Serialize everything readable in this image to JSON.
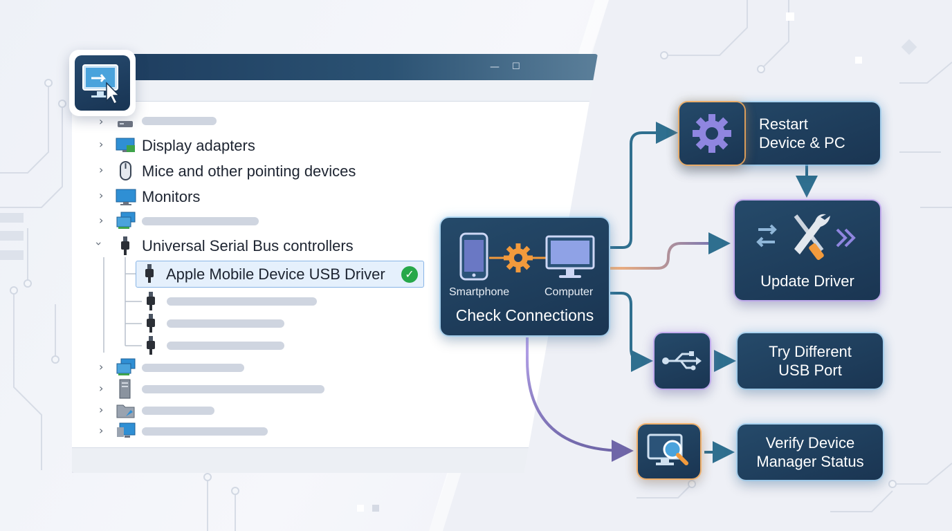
{
  "device_manager": {
    "window_min": "—",
    "window_max": "☐",
    "tree": {
      "display_adapters": "Display adapters",
      "mice": "Mice and other pointing devices",
      "monitors": "Monitors",
      "usb_controllers": "Universal Serial Bus controllers",
      "apple_driver": "Apple Mobile Device USB Driver"
    }
  },
  "flow": {
    "check_connections": {
      "title": "Check Connections",
      "smartphone": "Smartphone",
      "computer": "Computer"
    },
    "restart": {
      "line1": "Restart",
      "line2": "Device & PC"
    },
    "update_driver": {
      "label": "Update Driver"
    },
    "try_usb": {
      "line1": "Try Different",
      "line2": "USB Port"
    },
    "verify": {
      "line1": "Verify Device",
      "line2": "Manager Status"
    }
  },
  "colors": {
    "box_fill": "#1f3f5f",
    "accent_orange": "#f29a3c",
    "accent_violet": "#9f86e6",
    "arrow_teal": "#2f6f8f",
    "check_green": "#27a84a"
  }
}
